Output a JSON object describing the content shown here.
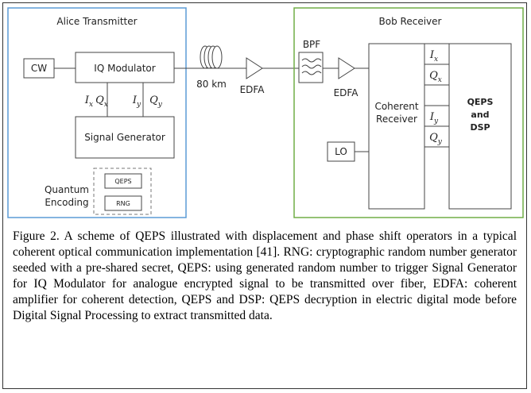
{
  "alice": {
    "title": "Alice Transmitter",
    "cw": "CW",
    "iq_modulator": "IQ Modulator",
    "signal_generator": "Signal Generator",
    "ports": [
      {
        "base": "I",
        "sub": "x"
      },
      {
        "base": "Q",
        "sub": "x"
      },
      {
        "base": "I",
        "sub": "y"
      },
      {
        "base": "Q",
        "sub": "y"
      }
    ],
    "quantum_label_1": "Quantum",
    "quantum_label_2": "Encoding",
    "qeps": "QEPS",
    "rng": "RNG"
  },
  "link": {
    "distance": "80 km",
    "edfa_tx": "EDFA"
  },
  "bob": {
    "title": "Bob Receiver",
    "bpf": "BPF",
    "edfa_rx": "EDFA",
    "coherent_1": "Coherent",
    "coherent_2": "Receiver",
    "lo": "LO",
    "outputs": [
      {
        "base": "I",
        "sub": "x"
      },
      {
        "base": "Q",
        "sub": "x"
      },
      {
        "base": "I",
        "sub": "y"
      },
      {
        "base": "Q",
        "sub": "y"
      }
    ],
    "dsp_1": "QEPS",
    "dsp_2": "and",
    "dsp_3": "DSP"
  },
  "colors": {
    "alice_border": "#5b9bd5",
    "bob_border": "#70ad47",
    "line": "#444444"
  },
  "caption": "Figure 2. A scheme of QEPS illustrated with displacement and phase shift operators in a typical coherent optical communication implementation [41]. RNG: cryptographic random number generator seeded with a pre-shared secret, QEPS: using generated random number to trigger Signal Generator for IQ Modulator for analogue encrypted signal to be transmitted over fiber, EDFA: coherent amplifier for coherent detection, QEPS and DSP: QEPS decryption in electric digital mode before Digital Signal Processing to extract transmitted data."
}
